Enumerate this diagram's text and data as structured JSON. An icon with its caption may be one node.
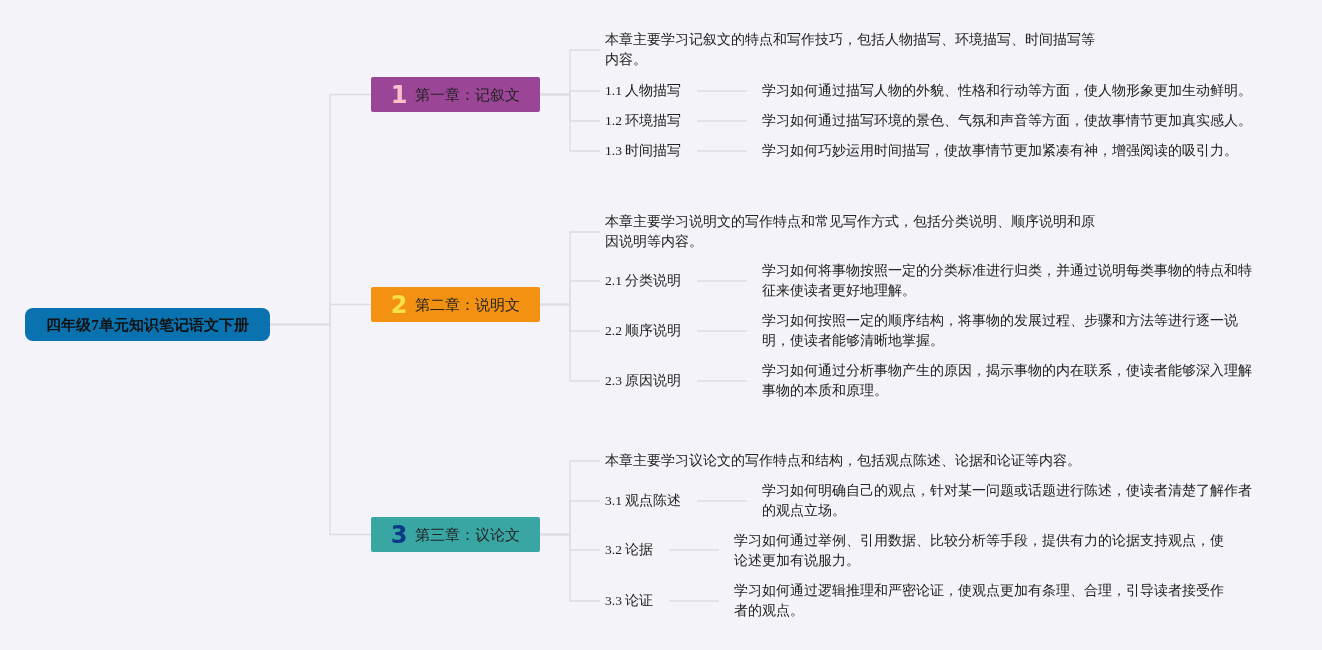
{
  "diagram": {
    "nodes": [
      {
        "text": [
          "四年级7单元知识笔记语文下册"
        ]
      },
      {
        "text": [
          "1",
          "第一章：记叙文"
        ]
      },
      {
        "text": [
          "本章主要学习记叙文的特点和写作技巧，包括人物描写、环境描写、时间描写等内容。"
        ]
      },
      {
        "text": [
          "1.1 人物描写"
        ]
      },
      {
        "text": [
          "学习如何通过描写人物的外貌、性格和行动等方面，使人物形象更加生动鲜明。"
        ]
      },
      {
        "text": [
          "1.2 环境描写"
        ]
      },
      {
        "text": [
          "学习如何通过描写环境的景色、气氛和声音等方面，使故事情节更加真实感人。"
        ]
      },
      {
        "text": [
          "1.3 时间描写"
        ]
      },
      {
        "text": [
          "学习如何巧妙运用时间描写，使故事情节更加紧凑有神，增强阅读的吸引力。"
        ]
      },
      {
        "text": [
          "2",
          "第二章：说明文"
        ]
      },
      {
        "text": [
          "本章主要学习说明文的写作特点和常见写作方式，包括分类说明、顺序说明和原因说明等内容。"
        ]
      },
      {
        "text": [
          "2.1 分类说明"
        ]
      },
      {
        "text": [
          "学习如何将事物按照一定的分类标准进行归类，并通过说明每类事物的特点和特征来使读者更好地理解。"
        ]
      },
      {
        "text": [
          "2.2 顺序说明"
        ]
      },
      {
        "text": [
          "学习如何按照一定的顺序结构，将事物的发展过程、步骤和方法等进行逐一说明，使读者能够清晰地掌握。"
        ]
      },
      {
        "text": [
          "2.3 原因说明"
        ]
      },
      {
        "text": [
          "学习如何通过分析事物产生的原因，揭示事物的内在联系，使读者能够深入理解事物的本质和原理。"
        ]
      },
      {
        "text": [
          "3",
          "第三章：议论文"
        ]
      },
      {
        "text": [
          "本章主要学习议论文的写作特点和结构，包括观点陈述、论据和论证等内容。"
        ]
      },
      {
        "text": [
          "3.1 观点陈述"
        ]
      },
      {
        "text": [
          "学习如何明确自己的观点，针对某一问题或话题进行陈述，使读者清楚了解作者的观点立场。"
        ]
      },
      {
        "text": [
          "3.2 论据"
        ]
      },
      {
        "text": [
          "学习如何通过举例、引用数据、比较分析等手段，提供有力的论据支持观点，使论述更加有说服力。"
        ]
      },
      {
        "text": [
          "3.3 论证"
        ]
      },
      {
        "text": [
          "学习如何通过逻辑推理和严密论证，使观点更加有条理、合理，引导读者接受作者的观点。"
        ]
      }
    ],
    "edges": [
      {
        "from": 0,
        "to": 1,
        "arrow": "none"
      },
      {
        "from": 0,
        "to": 9,
        "arrow": "none"
      },
      {
        "from": 0,
        "to": 17,
        "arrow": "none"
      },
      {
        "from": 1,
        "to": 2,
        "arrow": "none"
      },
      {
        "from": 1,
        "to": 3,
        "arrow": "none"
      },
      {
        "from": 1,
        "to": 5,
        "arrow": "none"
      },
      {
        "from": 1,
        "to": 7,
        "arrow": "none"
      },
      {
        "from": 3,
        "to": 4,
        "arrow": "none"
      },
      {
        "from": 5,
        "to": 6,
        "arrow": "none"
      },
      {
        "from": 7,
        "to": 8,
        "arrow": "none"
      },
      {
        "from": 9,
        "to": 10,
        "arrow": "none"
      },
      {
        "from": 9,
        "to": 11,
        "arrow": "none"
      },
      {
        "from": 9,
        "to": 13,
        "arrow": "none"
      },
      {
        "from": 9,
        "to": 15,
        "arrow": "none"
      },
      {
        "from": 11,
        "to": 12,
        "arrow": "none"
      },
      {
        "from": 13,
        "to": 14,
        "arrow": "none"
      },
      {
        "from": 15,
        "to": 16,
        "arrow": "none"
      },
      {
        "from": 17,
        "to": 18,
        "arrow": "none"
      },
      {
        "from": 17,
        "to": 19,
        "arrow": "none"
      },
      {
        "from": 17,
        "to": 21,
        "arrow": "none"
      },
      {
        "from": 17,
        "to": 23,
        "arrow": "none"
      },
      {
        "from": 19,
        "to": 20,
        "arrow": "none"
      },
      {
        "from": 21,
        "to": 22,
        "arrow": "none"
      },
      {
        "from": 23,
        "to": 24,
        "arrow": "none"
      }
    ]
  }
}
